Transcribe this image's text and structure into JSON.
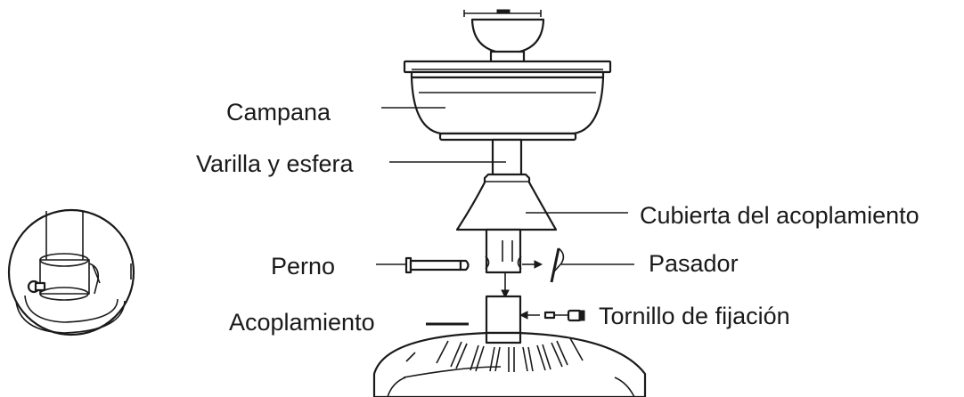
{
  "labels": {
    "campana": "Campana",
    "varilla": "Varilla y esfera",
    "cubierta": "Cubierta  del acoplamiento",
    "perno": "Perno",
    "pasador": "Pasador",
    "acoplamiento": "Acoplamiento",
    "tornillo": "Tornillo de fijación"
  }
}
